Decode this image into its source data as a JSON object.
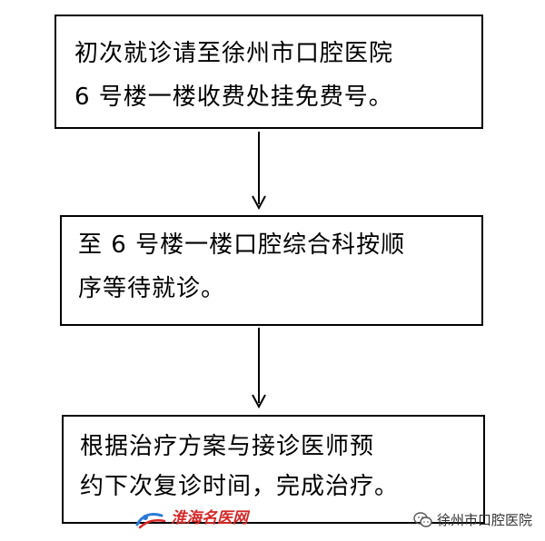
{
  "steps": [
    {
      "line1": "初次就诊请至徐州市口腔医院",
      "line2": "6 号楼一楼收费处挂免费号。"
    },
    {
      "line1": "至 6 号楼一楼口腔综合科按顺",
      "line2": "序等待就诊。"
    },
    {
      "line1": "根据治疗方案与接诊医师预",
      "line2": "约下次复诊时间，完成治疗。"
    }
  ],
  "watermarks": {
    "left_text": "淮海名医网",
    "right_text": "徐州市口腔医院"
  },
  "colors": {
    "border": "#000000",
    "arrow": "#000000",
    "left_watermark": "#d62828",
    "left_logo": "#2b7bd6"
  }
}
